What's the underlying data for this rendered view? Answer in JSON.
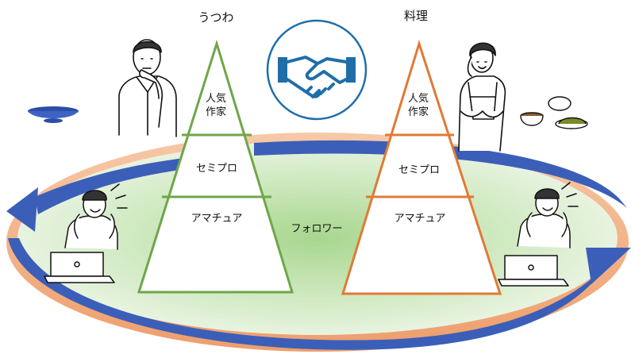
{
  "left_pyramid": {
    "title": "うつわ",
    "tiers": {
      "top_line1": "人気",
      "top_line2": "作家",
      "middle": "セミプロ",
      "bottom": "アマチュア"
    },
    "color": "#6fa64a"
  },
  "right_pyramid": {
    "title": "料理",
    "tiers": {
      "top_line1": "人気",
      "top_line2": "作家",
      "middle": "セミプロ",
      "bottom": "アマチュア"
    },
    "color": "#e07a35"
  },
  "center": {
    "label": "フォロワー"
  },
  "colors": {
    "ellipse_fill": "#cfe9c0",
    "ellipse_ring": "#f2b48a",
    "arrow_blue": "#3b5fb8",
    "handshake_blue": "#1f6ea8"
  },
  "icons": {
    "handshake": "handshake-icon",
    "thinking_man": "thinking-man-icon",
    "bowl": "bowl-icon",
    "chef": "chef-woman-icon",
    "food": "food-dishes-icon",
    "excited_left": "excited-person-laptop-icon",
    "excited_right": "excited-person-laptop-icon"
  }
}
